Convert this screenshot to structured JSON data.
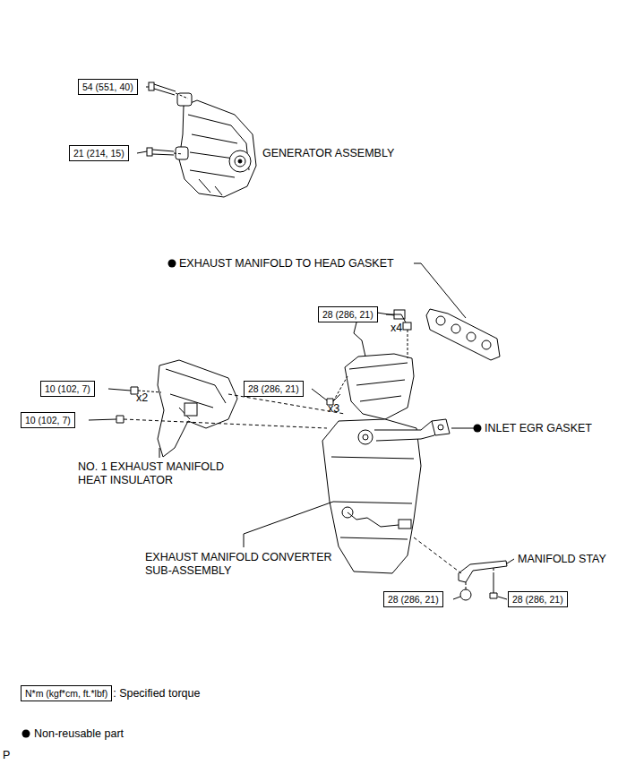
{
  "diagram": {
    "nodes": [
      {
        "text": [
          "54 (551, 40)"
        ]
      },
      {
        "text": [
          "21 (214, 15)"
        ]
      },
      {
        "text": [
          "28 (286, 21)"
        ]
      },
      {
        "text": [
          "10 (102, 7)"
        ]
      },
      {
        "text": [
          "28 (286, 21)"
        ]
      },
      {
        "text": [
          "10 (102, 7)"
        ]
      },
      {
        "text": [
          "28 (286, 21)"
        ]
      },
      {
        "text": [
          "28 (286, 21)"
        ]
      },
      {
        "text": [
          "N*m (kgf*cm, ft.*lbf)"
        ]
      }
    ],
    "edges": [],
    "labels": [
      "GENERATOR ASSEMBLY",
      "EXHAUST MANIFOLD TO HEAD GASKET",
      "x4",
      "x2",
      "x3",
      "INLET EGR GASKET",
      "NO. 1 EXHAUST MANIFOLD HEAT INSULATOR",
      "EXHAUST MANIFOLD CONVERTER SUB-ASSEMBLY",
      "MANIFOLD STAY",
      "P"
    ],
    "legend": [
      {
        "text": ": Specified torque"
      },
      {
        "text": "Non-reusable part"
      }
    ]
  }
}
